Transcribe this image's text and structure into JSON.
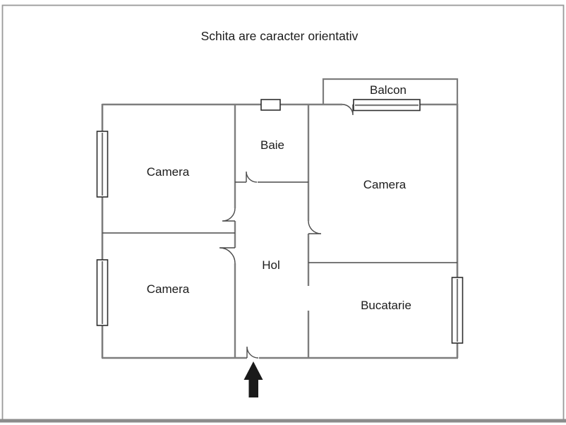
{
  "page": {
    "disclaimer_title": "Schita are caracter orientativ"
  },
  "floorplan": {
    "rooms": {
      "camera_top_left": "Camera",
      "baie": "Baie",
      "camera_right": "Camera",
      "camera_bottom_left": "Camera",
      "hol": "Hol",
      "bucatarie": "Bucatarie",
      "balcon": "Balcon"
    },
    "colors": {
      "wall": "#7d7d7d",
      "divider": "#4a4a4a",
      "window_stroke": "#2f2f2f",
      "door_arc": "#4a4a4a",
      "text": "#1c1c1c",
      "entrance_arrow": "#1a1a1a",
      "page_border": "#9a9a9a",
      "background": "#ffffff"
    }
  }
}
